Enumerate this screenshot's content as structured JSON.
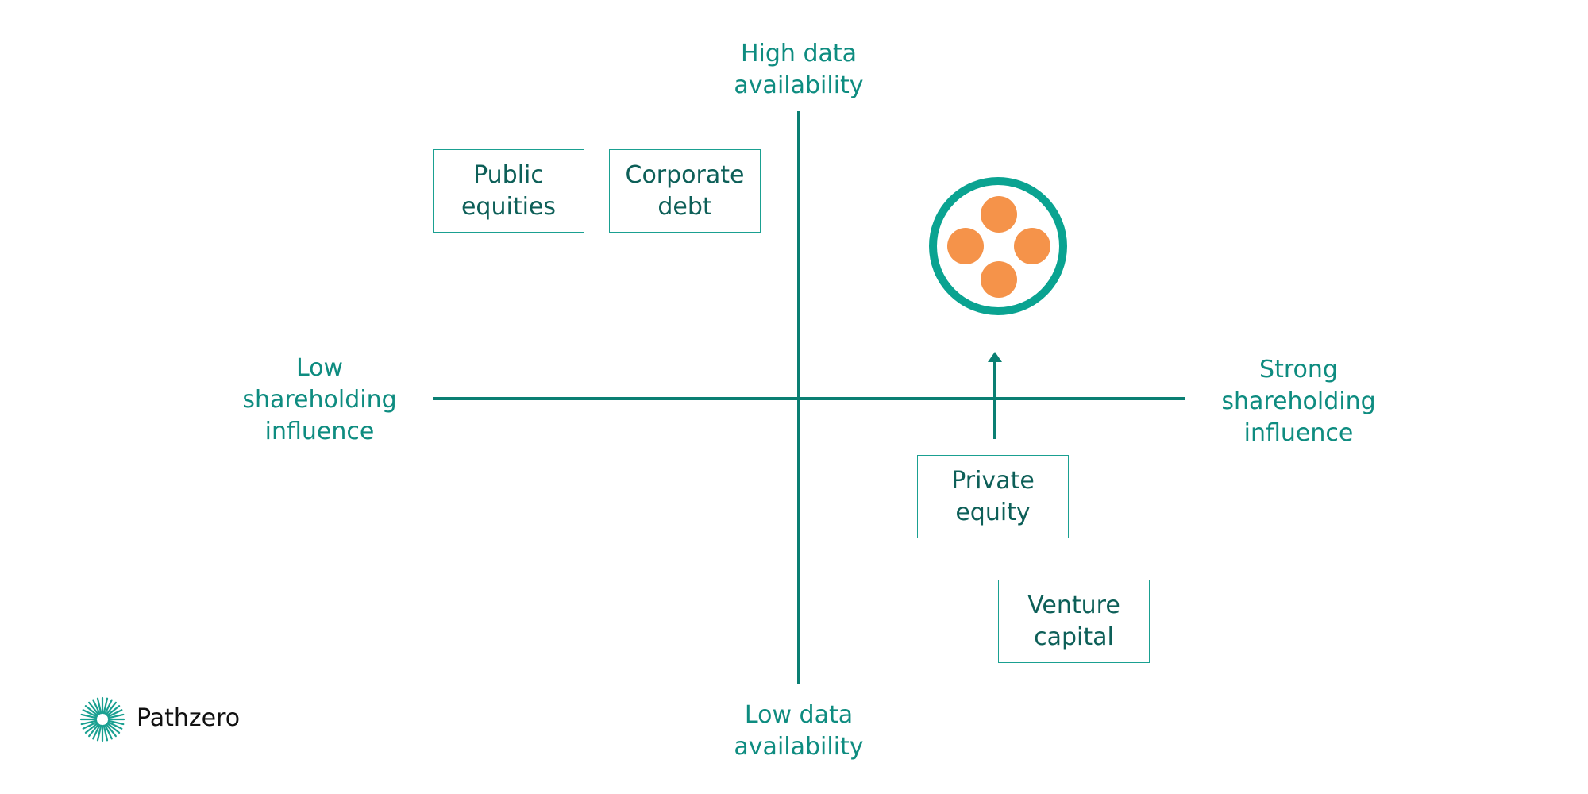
{
  "axes": {
    "top_label": "High data\navailability",
    "bottom_label": "Low data\navailability",
    "left_label": "Low\nshareholding\ninfluence",
    "right_label": "Strong\nshareholding\ninfluence"
  },
  "boxes": {
    "public_equities": "Public\nequities",
    "corporate_debt": "Corporate\ndebt",
    "private_equity": "Private\nequity",
    "venture_capital": "Venture\ncapital"
  },
  "brand": {
    "name": "Pathzero"
  },
  "colors": {
    "teal": "#0e8c80",
    "teal_line": "#0b7f73",
    "box_border": "#1aa091",
    "box_text": "#0d5f58",
    "badge_ring": "#0aa391",
    "badge_dots": "#f5934a"
  },
  "icons": [
    "upward-arrow-icon",
    "pathzero-sunburst-icon",
    "portfolio-badge-icon"
  ]
}
